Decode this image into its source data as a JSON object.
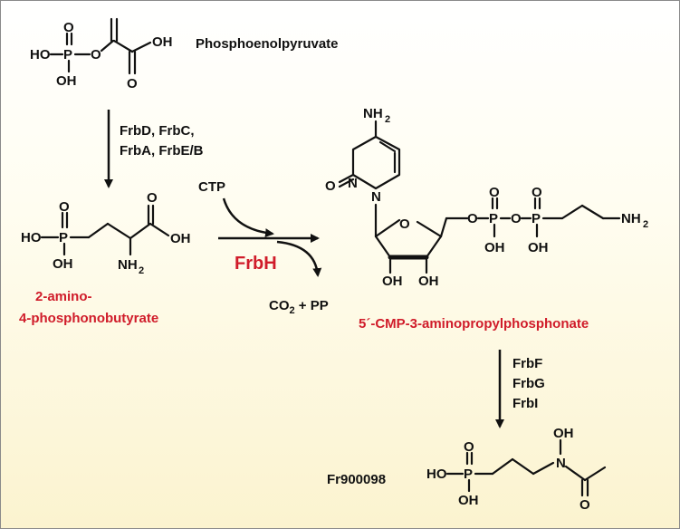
{
  "compounds": {
    "pep": "Phosphoenolpyruvate",
    "apb_line1": "2-amino-",
    "apb_line2": "4-phosphonobutyrate",
    "cmp": "5´-CMP-3-aminopropylphosphonate",
    "final": "Fr900098"
  },
  "enzymes": {
    "step1": [
      "FrbD, FrbC,",
      "FrbA, FrbE/B"
    ],
    "step2": "FrbH",
    "step3": [
      "FrbF",
      "FrbG",
      "FrbI"
    ]
  },
  "cofactors": {
    "input": "CTP",
    "output": "CO2 + PP"
  },
  "colors": {
    "highlight": "#d01c2a",
    "ink": "#111111",
    "background_bottom": "#fbf3cf"
  }
}
